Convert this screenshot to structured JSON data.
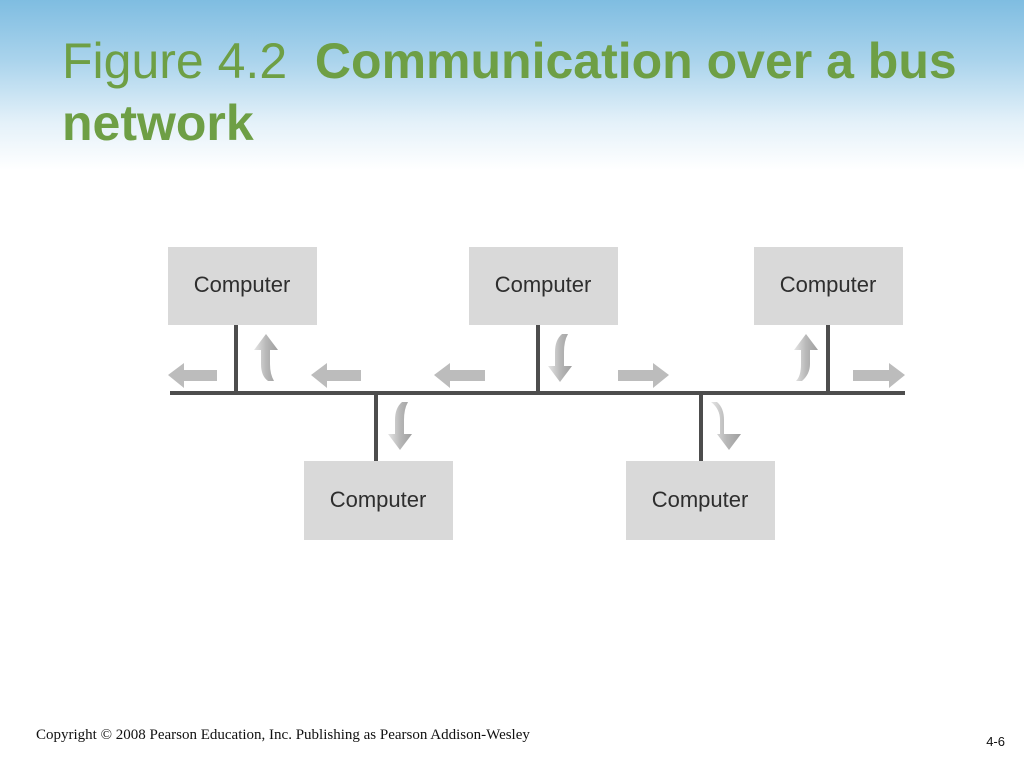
{
  "slide": {
    "title_prefix": "Figure 4.2",
    "title_main": "Communication over a bus network"
  },
  "diagram": {
    "computers": [
      {
        "label": "Computer",
        "position": "top"
      },
      {
        "label": "Computer",
        "position": "top"
      },
      {
        "label": "Computer",
        "position": "top"
      },
      {
        "label": "Computer",
        "position": "bottom"
      },
      {
        "label": "Computer",
        "position": "bottom"
      }
    ],
    "colors": {
      "box_fill": "#d9d9d9",
      "bus_line": "#4d4d4d",
      "arrow": "#bdbdbd",
      "title": "#6e9f45"
    }
  },
  "footer": {
    "copyright": "Copyright © 2008 Pearson Education, Inc. Publishing as Pearson Addison-Wesley",
    "page_number": "4-6"
  }
}
